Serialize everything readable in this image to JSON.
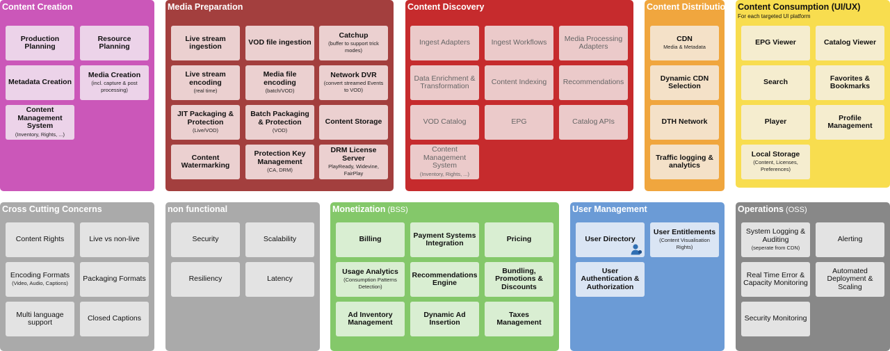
{
  "panels": [
    {
      "id": "content-creation",
      "title": "Content Creation",
      "bg": "#cb57b9",
      "box_bg": "#ecd3e9",
      "boxes": [
        {
          "t": "Production Planning"
        },
        {
          "t": "Resource Planning"
        },
        {
          "t": "Metadata Creation"
        },
        {
          "t": "Media Creation",
          "s": "(incl. capture & post processing)"
        },
        {
          "t": "Content Management System",
          "s": "(Inventory, Rights, ...)"
        }
      ]
    },
    {
      "id": "media-preparation",
      "title": "Media Preparation",
      "bg": "#a33f3e",
      "box_bg": "#ebd0d0",
      "boxes": [
        {
          "t": "Live stream ingestion"
        },
        {
          "t": "VOD file ingestion"
        },
        {
          "t": "Catchup",
          "s": "(buffer to support trick modes)"
        },
        {
          "t": "Live stream encoding",
          "s": "(real time)"
        },
        {
          "t": "Media file encoding",
          "s": "(batch/VOD)"
        },
        {
          "t": "Network DVR",
          "s": "(convert streamed Events to VOD)"
        },
        {
          "t": "JIT Packaging & Protection",
          "s": "(Live/VOD)"
        },
        {
          "t": "Batch Packaging & Protection",
          "s": "(VOD)"
        },
        {
          "t": "Content Storage"
        },
        {
          "t": "Content Watermarking"
        },
        {
          "t": "Protection Key Management",
          "s": "(CA, DRM)"
        },
        {
          "t": "DRM License Server",
          "s": "PlayReady, Widevine, FairPlay"
        }
      ]
    },
    {
      "id": "content-discovery",
      "title": "Content Discovery",
      "bg": "#c62b2d",
      "box_bg": "#ebcaca",
      "boxes": [
        {
          "t": "Ingest Adapters"
        },
        {
          "t": "Ingest Workflows"
        },
        {
          "t": "Media Processing Adapters"
        },
        {
          "t": "Data Enrichment & Transformation"
        },
        {
          "t": "Content Indexing"
        },
        {
          "t": "Recommendations"
        },
        {
          "t": "VOD Catalog"
        },
        {
          "t": "EPG"
        },
        {
          "t": "Catalog APIs"
        },
        {
          "t": "Content Management System",
          "s": "(Inventory, Rights, ...)"
        }
      ]
    },
    {
      "id": "content-distribution",
      "title": "Content Distribution",
      "bg": "#f0a63e",
      "box_bg": "#f4e1c8",
      "boxes": [
        {
          "t": "CDN",
          "s": "Media & Metadata"
        },
        {
          "t": "Dynamic CDN Selection"
        },
        {
          "t": "DTH Network"
        },
        {
          "t": "Traffic logging & analytics"
        }
      ]
    },
    {
      "id": "content-consumption",
      "title": "Content Consumption (UI/UX)",
      "subtitle": "For each targeted UI platform",
      "bg": "#f8dd4f",
      "box_bg": "#f5edcf",
      "boxes": [
        {
          "t": "EPG Viewer"
        },
        {
          "t": "Catalog Viewer"
        },
        {
          "t": "Search"
        },
        {
          "t": "Favorites & Bookmarks"
        },
        {
          "t": "Player"
        },
        {
          "t": "Profile Management"
        },
        {
          "t": "Local Storage",
          "s": "(Content, Licenses, Preferences)"
        }
      ]
    },
    {
      "id": "cross-cutting",
      "title": "Cross Cutting Concerns",
      "bg": "#aaaaaa",
      "box_bg": "#e3e3e3",
      "boxes": [
        {
          "t": "Content Rights"
        },
        {
          "t": "Live vs non-live"
        },
        {
          "t": "Encoding Formats",
          "s": "(Video, Audio, Captions)"
        },
        {
          "t": "Packaging Formats"
        },
        {
          "t": "Multi language support"
        },
        {
          "t": "Closed Captions"
        }
      ]
    },
    {
      "id": "non-functional",
      "title": "non functional",
      "bg": "#aaaaaa",
      "box_bg": "#e3e3e3",
      "boxes": [
        {
          "t": "Security"
        },
        {
          "t": "Scalability"
        },
        {
          "t": "Resiliency"
        },
        {
          "t": "Latency"
        }
      ]
    },
    {
      "id": "monetization",
      "title": "Monetization",
      "title_sub": "(BSS)",
      "bg": "#84c86a",
      "box_bg": "#d9eed2",
      "boxes": [
        {
          "t": "Billing"
        },
        {
          "t": "Payment Systems Integration"
        },
        {
          "t": "Pricing"
        },
        {
          "t": "Usage Analytics",
          "s": "(Consumption Patterns Detection)"
        },
        {
          "t": "Recommendations Engine"
        },
        {
          "t": "Bundling, Promotions & Discounts"
        },
        {
          "t": "Ad Inventory Management"
        },
        {
          "t": "Dynamic Ad Insertion"
        },
        {
          "t": "Taxes Management"
        }
      ]
    },
    {
      "id": "user-management",
      "title": "User Management",
      "bg": "#6b9bd6",
      "box_bg": "#dae5f4",
      "boxes": [
        {
          "t": "User Directory",
          "icon": "user-icon"
        },
        {
          "t": "User Entitlements",
          "s": "(Content Visualisation Rights)"
        },
        {
          "t": "User Authentication & Authorization"
        }
      ]
    },
    {
      "id": "operations",
      "title": "Operations",
      "title_sub": "(OSS)",
      "bg": "#888888",
      "box_bg": "#e3e3e3",
      "boxes": [
        {
          "t": "System Logging & Auditing",
          "s": "(seperate from CDN)"
        },
        {
          "t": "Alerting"
        },
        {
          "t": "Real Time Error & Capacity Monitoring"
        },
        {
          "t": "Automated Deployment & Scaling"
        },
        {
          "t": "Security Monitoring"
        }
      ]
    }
  ]
}
